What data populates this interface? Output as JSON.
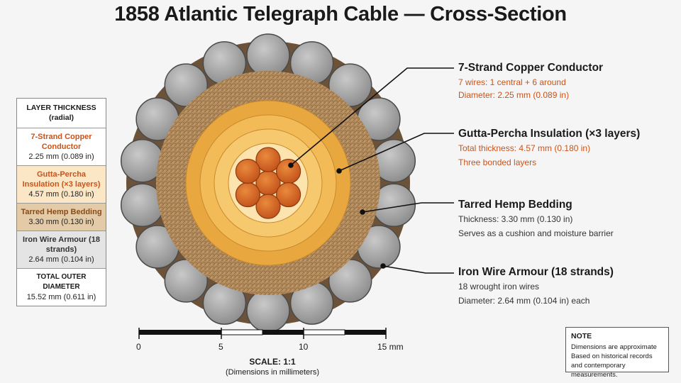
{
  "title": "1858 Atlantic Telegraph Cable — Cross-Section",
  "thickness_table": {
    "header": "LAYER THICKNESS (radial)",
    "rows": [
      {
        "name": "7-Strand Copper Conductor",
        "value": "2.25 mm (0.089 in)"
      },
      {
        "name": "Gutta-Percha Insulation (×3 layers)",
        "value": "4.57 mm (0.180 in)"
      },
      {
        "name": "Tarred Hemp Bedding",
        "value": "3.30 mm (0.130 in)"
      },
      {
        "name": "Iron Wire Armour (18 strands)",
        "value": "2.64 mm (0.104 in)"
      }
    ],
    "total_label": "TOTAL OUTER DIAMETER",
    "total_value": "15.52 mm (0.611 in)"
  },
  "callouts": [
    {
      "title": "7-Strand Copper Conductor",
      "lines": [
        "7 wires: 1 central + 6 around",
        "Diameter: 2.25 mm (0.089 in)"
      ]
    },
    {
      "title": "Gutta-Percha Insulation (×3 layers)",
      "lines": [
        "Total thickness: 4.57 mm (0.180 in)",
        "Three bonded layers"
      ]
    },
    {
      "title": "Tarred Hemp Bedding",
      "lines": [
        "Thickness: 3.30 mm (0.130 in)",
        "Serves as a cushion and moisture barrier"
      ]
    },
    {
      "title": "Iron Wire Armour (18 strands)",
      "lines": [
        "18 wrought iron wires",
        "Diameter: 2.64 mm (0.104 in) each"
      ]
    }
  ],
  "note": {
    "title": "NOTE",
    "lines": [
      "Dimensions are approximate",
      "Based on historical records and contemporary measurements."
    ]
  },
  "scale": {
    "ticks": [
      "0",
      "5",
      "10",
      "15 mm"
    ],
    "title": "SCALE: 1:1",
    "subtitle": "(Dimensions in millimeters)"
  },
  "colors": {
    "copper": "#d2641f",
    "gutta_outer": "#f0b44a",
    "gutta_inner": "#fbd58a",
    "hemp": "#b58d5e",
    "iron": "#9c9c9c",
    "accent_text": "#c8541b"
  }
}
